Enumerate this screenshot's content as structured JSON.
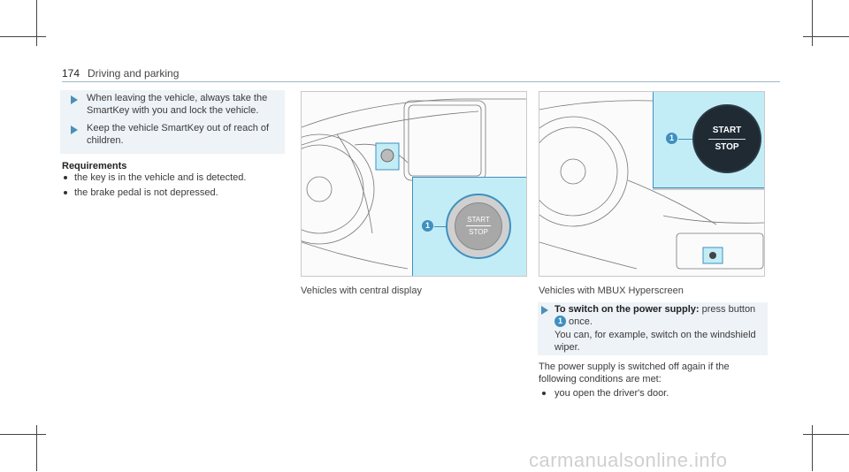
{
  "header": {
    "page_number": "174",
    "section": "Driving and parking"
  },
  "left_steps": [
    "When leaving the vehicle, always take the SmartKey with you and lock the vehicle.",
    "Keep the vehicle SmartKey out of reach of children."
  ],
  "requirements": {
    "title": "Requirements",
    "items": [
      "the key is in the vehicle and is detected.",
      "the brake pedal is not depressed."
    ]
  },
  "figure_left": {
    "caption": "Vehicles with central display",
    "callout": "1",
    "button_top": "START",
    "button_bottom": "STOP"
  },
  "figure_right": {
    "caption": "Vehicles with MBUX Hyperscreen",
    "callout": "1",
    "button_top": "START",
    "button_bottom": "STOP"
  },
  "instruction": {
    "lead": "To switch on the power supply:",
    "action": "press button",
    "ref": "1",
    "tail": "once.",
    "note": "You can, for example, switch on the windshield wiper."
  },
  "paragraph": "The power supply is switched off again if the following conditions are met:",
  "conditions": [
    "you open the driver's door."
  ],
  "watermark": "carmanualsonline.info"
}
